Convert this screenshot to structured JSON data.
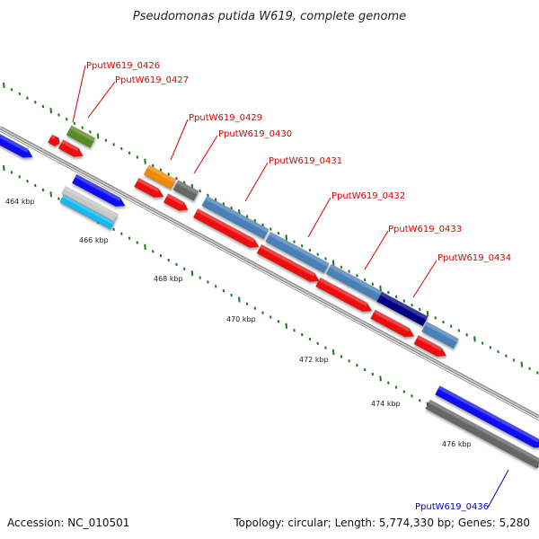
{
  "title": "Pseudomonas putida W619, complete genome",
  "accession": "Accession: NC_010501",
  "summary": "Topology: circular; Length: 5,774,330 bp; Genes: 5,280",
  "colors": {
    "forward_cds": "#1010f0",
    "reverse_cds": "#ee1111",
    "label_red": "#dd0000",
    "label_blue": "#0000cc",
    "steel": "#4a80b8",
    "navy": "#000080",
    "orange": "#f08a00",
    "olive": "#5a8a20",
    "gray": "#666666",
    "light_gray": "#c8c8c8",
    "cyan": "#19b8f0",
    "tick_green": "#1a7a1a"
  },
  "kbp_labels": [
    "464 kbp",
    "466 kbp",
    "468 kbp",
    "470 kbp",
    "472 kbp",
    "474 kbp",
    "476 kbp"
  ],
  "gene_labels": [
    {
      "text": "PputW619_0426",
      "color": "red"
    },
    {
      "text": "PputW619_0427",
      "color": "red"
    },
    {
      "text": "PputW619_0429",
      "color": "red"
    },
    {
      "text": "PputW619_0430",
      "color": "red"
    },
    {
      "text": "PputW619_0431",
      "color": "red"
    },
    {
      "text": "PputW619_0432",
      "color": "red"
    },
    {
      "text": "PputW619_0433",
      "color": "red"
    },
    {
      "text": "PputW619_0434",
      "color": "red"
    },
    {
      "text": "PputW619_0436",
      "color": "blue"
    }
  ]
}
